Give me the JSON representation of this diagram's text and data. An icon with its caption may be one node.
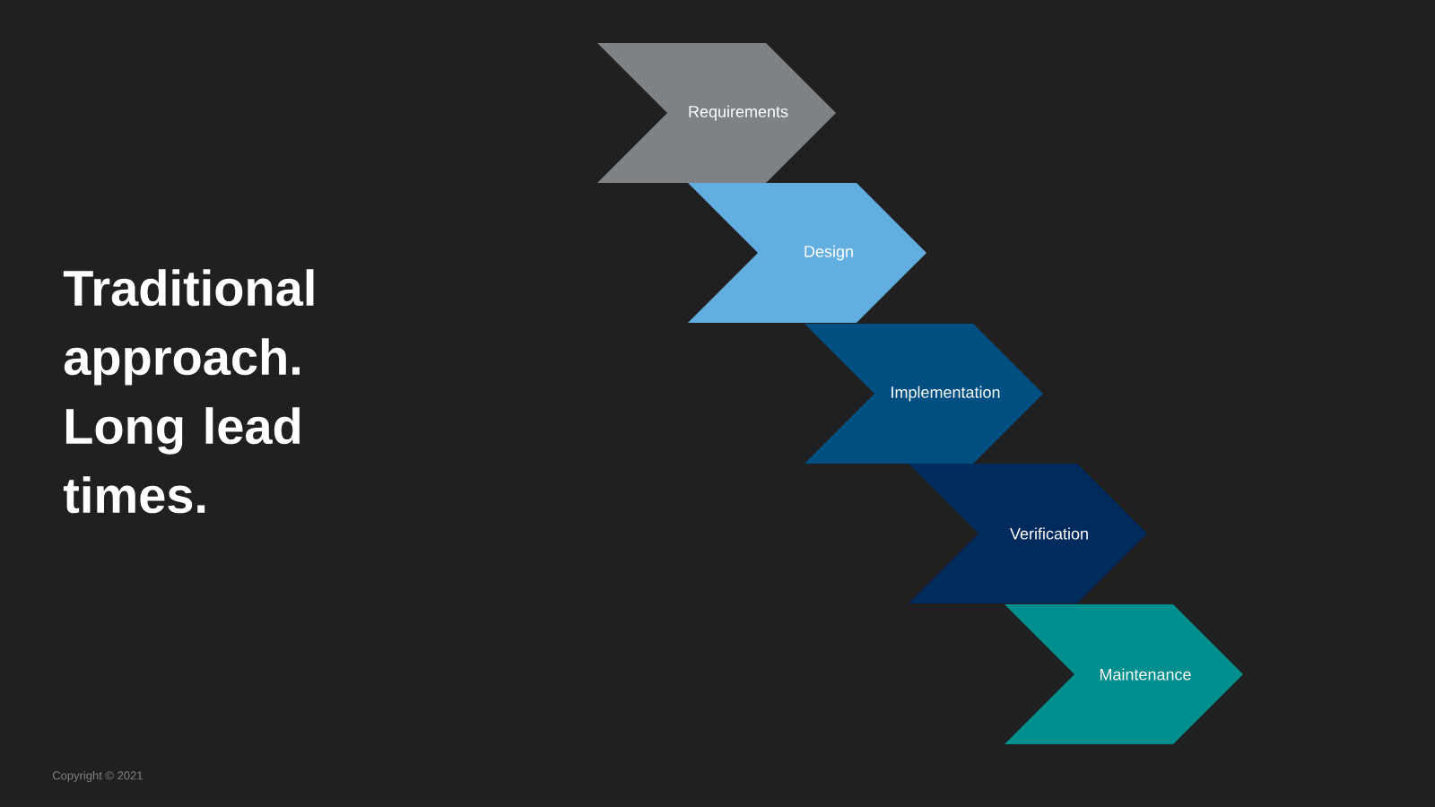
{
  "diagram": {
    "title": "Traditional approach. Long lead times.",
    "nodes": [
      {
        "text": [
          "Requirements"
        ]
      },
      {
        "text": [
          "Design"
        ]
      },
      {
        "text": [
          "Implementation"
        ]
      },
      {
        "text": [
          "Verification"
        ]
      },
      {
        "text": [
          "Maintenance"
        ]
      }
    ],
    "labels": [
      "Copyright © 2021"
    ]
  }
}
